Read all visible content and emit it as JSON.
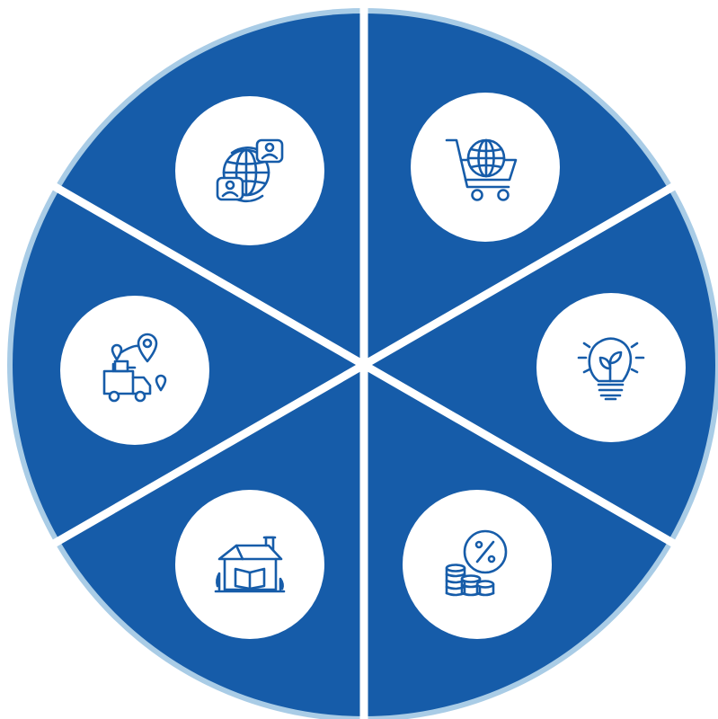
{
  "colors": {
    "background": "#ffffff",
    "segment_fill": "#165ca9",
    "outer_ring": "#a9cce6",
    "divider": "#ffffff",
    "icon_circle": "#ffffff",
    "icon_stroke": "#165ca9"
  },
  "segments": [
    {
      "position": "top-right",
      "icon": "shopping-cart-globe-icon",
      "bubble": "ecommerce"
    },
    {
      "position": "right",
      "icon": "lightbulb-plant-icon",
      "bubble": "innovation"
    },
    {
      "position": "bottom-right",
      "icon": "coins-percent-icon",
      "bubble": "finance"
    },
    {
      "position": "bottom-left",
      "icon": "house-book-icon",
      "bubble": "education"
    },
    {
      "position": "left",
      "icon": "delivery-truck-location-icon",
      "bubble": "logistics"
    },
    {
      "position": "top-left",
      "icon": "globe-people-network-icon",
      "bubble": "network"
    }
  ]
}
